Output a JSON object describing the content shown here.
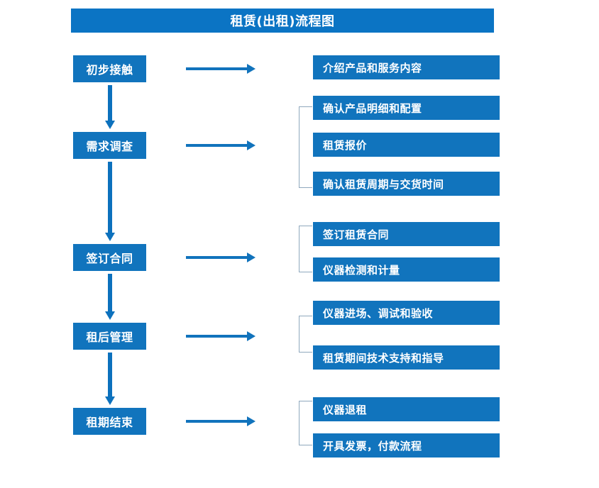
{
  "title": "租赁(出租)流程图",
  "colors": {
    "title_bar": "#0b74c4",
    "box_blue": "#1174bd",
    "arrow_blue": "#1173bc",
    "bracket_gray": "#8fa8bd",
    "text_white": "#ffffff",
    "background": "#ffffff"
  },
  "stages": [
    {
      "label": "初步接触"
    },
    {
      "label": "需求调查"
    },
    {
      "label": "签订合同"
    },
    {
      "label": "租后管理"
    },
    {
      "label": "租期结束"
    }
  ],
  "details": [
    {
      "label": "介绍产品和服务内容"
    },
    {
      "label": "确认产品明细和配置"
    },
    {
      "label": "租赁报价"
    },
    {
      "label": "确认租赁周期与交货时间"
    },
    {
      "label": "签订租赁合同"
    },
    {
      "label": "仪器检测和计量"
    },
    {
      "label": "仪器进场、调试和验收"
    },
    {
      "label": "租赁期间技术支持和指导"
    },
    {
      "label": "仪器退租"
    },
    {
      "label": "开具发票，付款流程"
    }
  ],
  "groups": [
    {
      "stage": "初步接触",
      "detail_labels": [
        "介绍产品和服务内容"
      ],
      "bracketed": false
    },
    {
      "stage": "需求调查",
      "detail_labels": [
        "确认产品明细和配置",
        "租赁报价",
        "确认租赁周期与交货时间"
      ],
      "bracketed": true
    },
    {
      "stage": "签订合同",
      "detail_labels": [
        "签订租赁合同",
        "仪器检测和计量"
      ],
      "bracketed": true
    },
    {
      "stage": "租后管理",
      "detail_labels": [
        "仪器进场、调试和验收",
        "租赁期间技术支持和指导"
      ],
      "bracketed": true
    },
    {
      "stage": "租期结束",
      "detail_labels": [
        "仪器退租",
        "开具发票，付款流程"
      ],
      "bracketed": true
    }
  ],
  "flow_arrows": {
    "vertical_count": 4,
    "horizontal_count": 5
  }
}
